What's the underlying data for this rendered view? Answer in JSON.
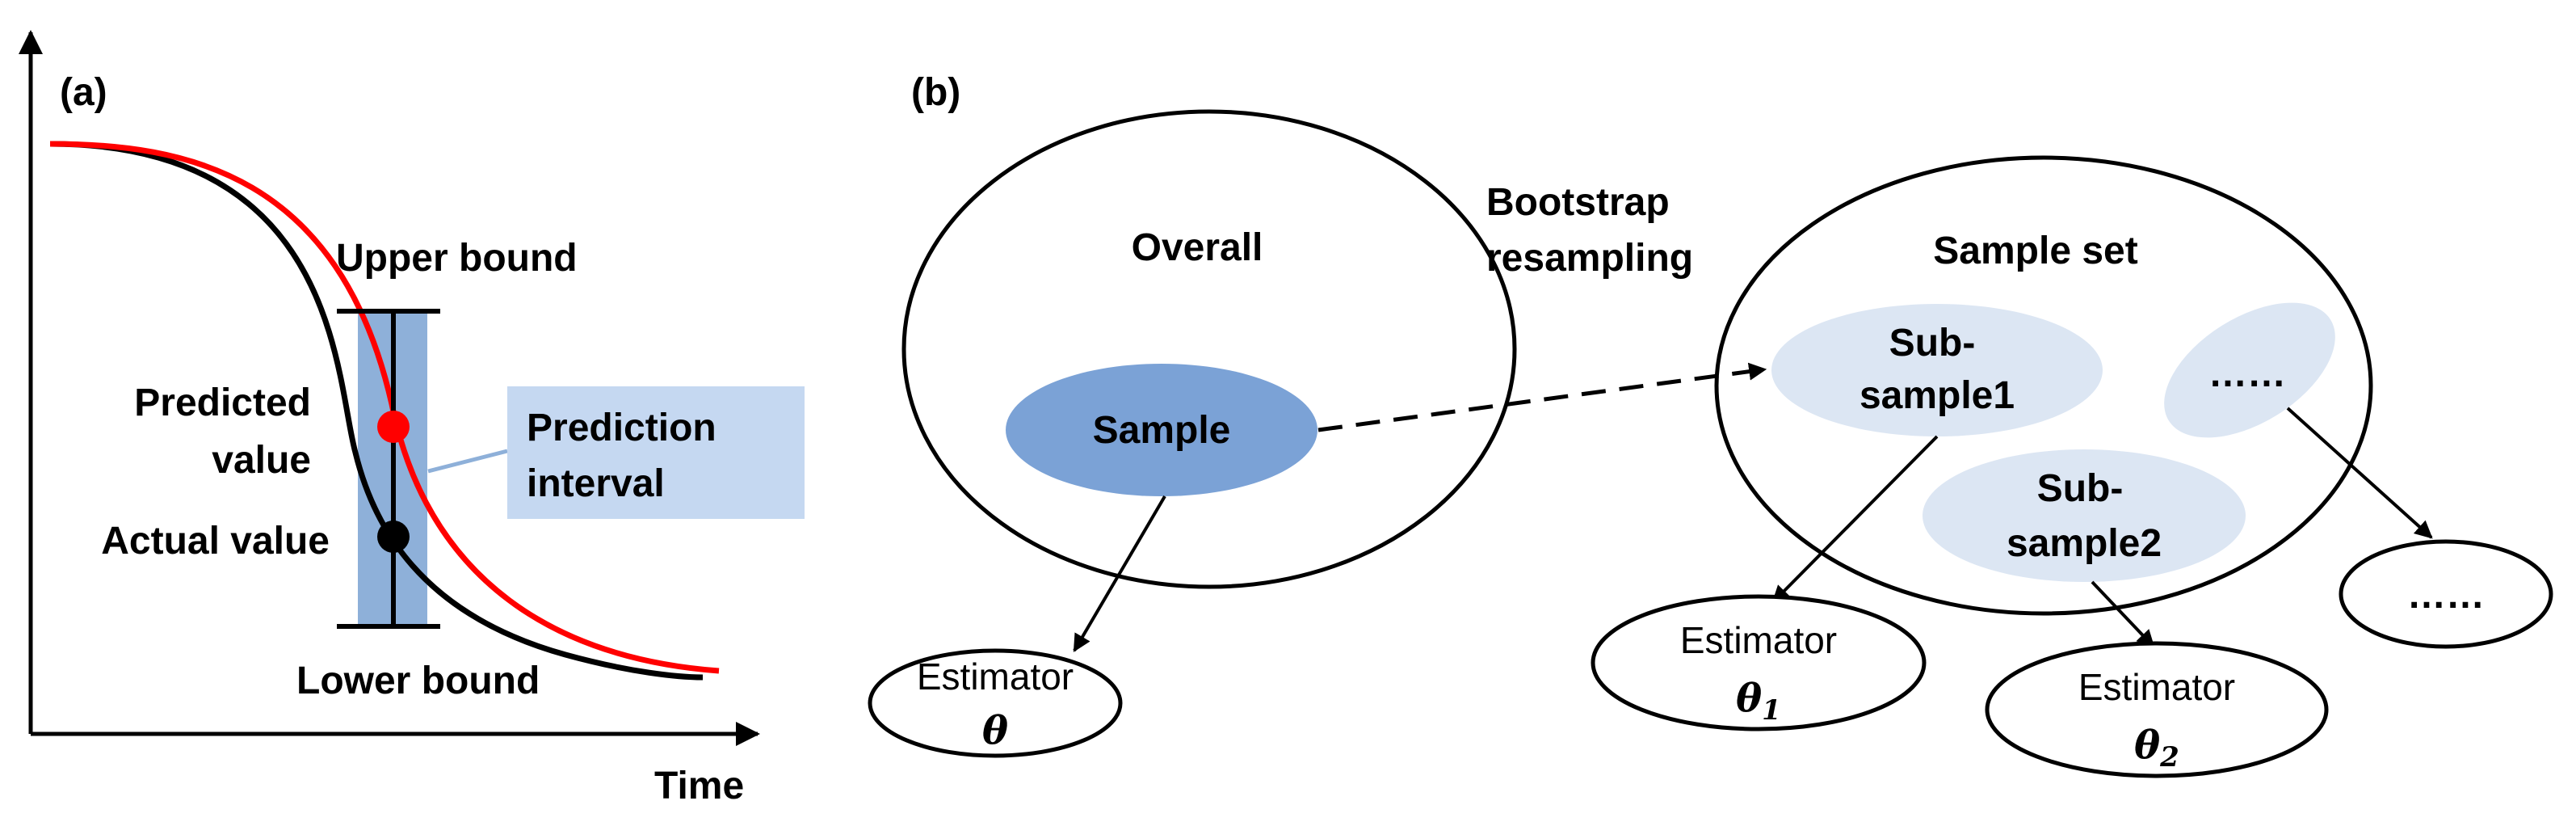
{
  "panel_a": {
    "label": "(a)",
    "x_axis_label": "Time",
    "upper_bound": "Upper bound",
    "lower_bound": "Lower bound",
    "predicted_line1": "Predicted",
    "predicted_line2": "value",
    "actual_value": "Actual value",
    "interval_line1": "Prediction",
    "interval_line2": "interval",
    "colors": {
      "predicted_curve": "#ff0000",
      "actual_curve": "#000000",
      "interval_band": "#8eb0d9",
      "interval_box": "#c5d8f1"
    }
  },
  "panel_b": {
    "label": "(b)",
    "overall": "Overall",
    "sample": "Sample",
    "bootstrap_line1": "Bootstrap",
    "bootstrap_line2": "resampling",
    "sample_set": "Sample set",
    "sub1_line1": "Sub-",
    "sub1_line2": "sample1",
    "sub2_line1": "Sub-",
    "sub2_line2": "sample2",
    "sub3": "……",
    "estimator_label": "Estimator",
    "theta": "θ",
    "theta1_base": "θ",
    "theta1_sub": "1",
    "theta2_base": "θ",
    "theta2_sub": "2",
    "extra_estimator": "……",
    "colors": {
      "sample_fill": "#7ba2d6",
      "subsample_fill": "#dce6f3"
    }
  }
}
